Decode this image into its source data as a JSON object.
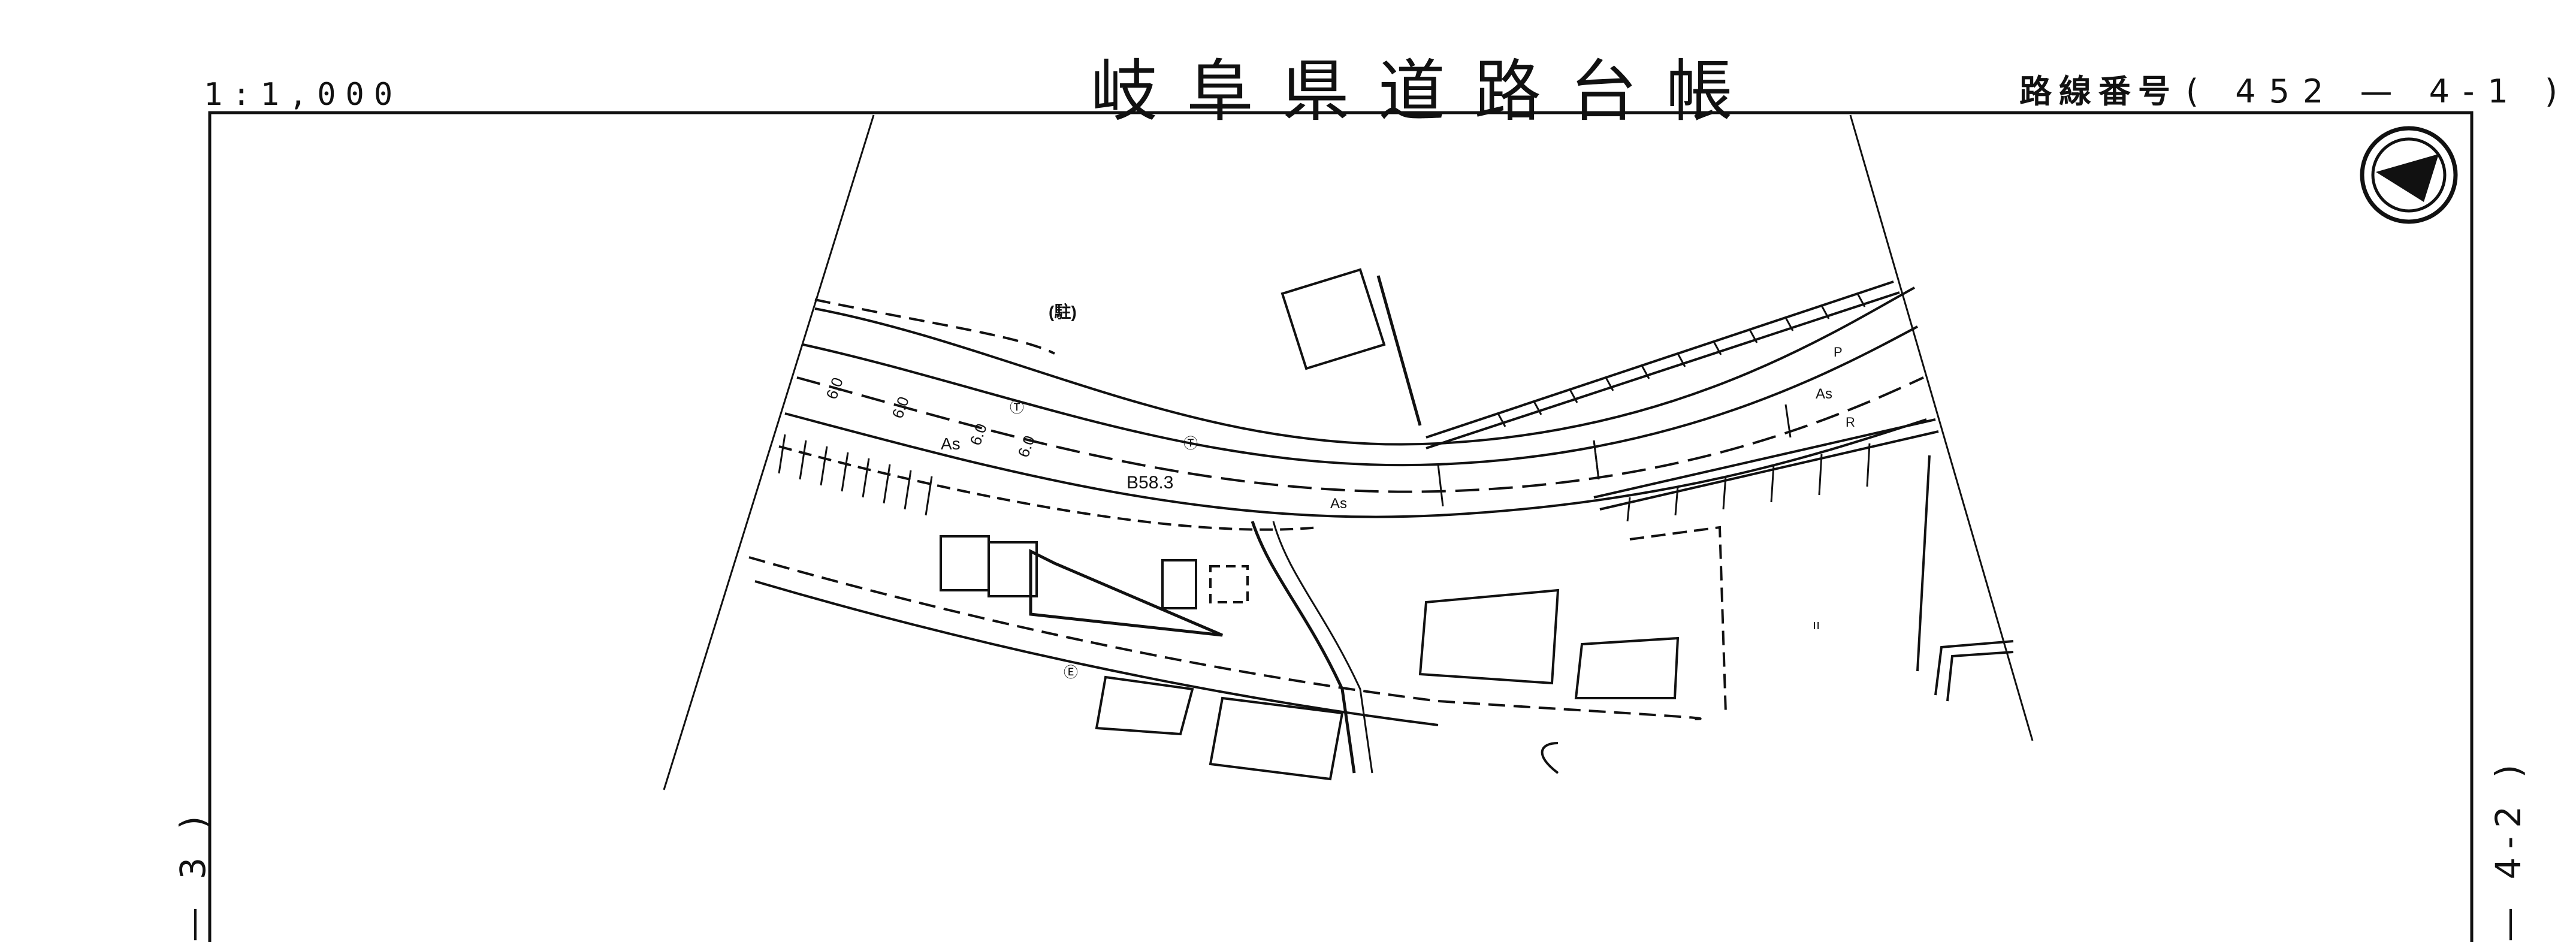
{
  "header": {
    "title": "岐阜県道路台帳",
    "scale": "1:1,000",
    "route_label": "路線番号",
    "route_value": "( 452 — 4-1 )"
  },
  "margins": {
    "left_sheet_ref": "— 3 )",
    "right_sheet_ref": "— 4-2 )"
  },
  "map": {
    "labels": {
      "parking": "(駐)",
      "surface_upper": "As",
      "surface_left": "As",
      "surface_center": "As",
      "elevation": "B58.3",
      "road_sign_p": "P",
      "road_sign_r": "R",
      "width_1": "6.0",
      "width_2": "6.0",
      "width_3": "6.0",
      "width_4": "6.0",
      "marker_t1": "Ⓣ",
      "marker_t2": "Ⓣ",
      "marker_e": "Ⓔ",
      "field_mark": "ıı"
    },
    "icons": [
      "north-arrow-icon"
    ]
  }
}
